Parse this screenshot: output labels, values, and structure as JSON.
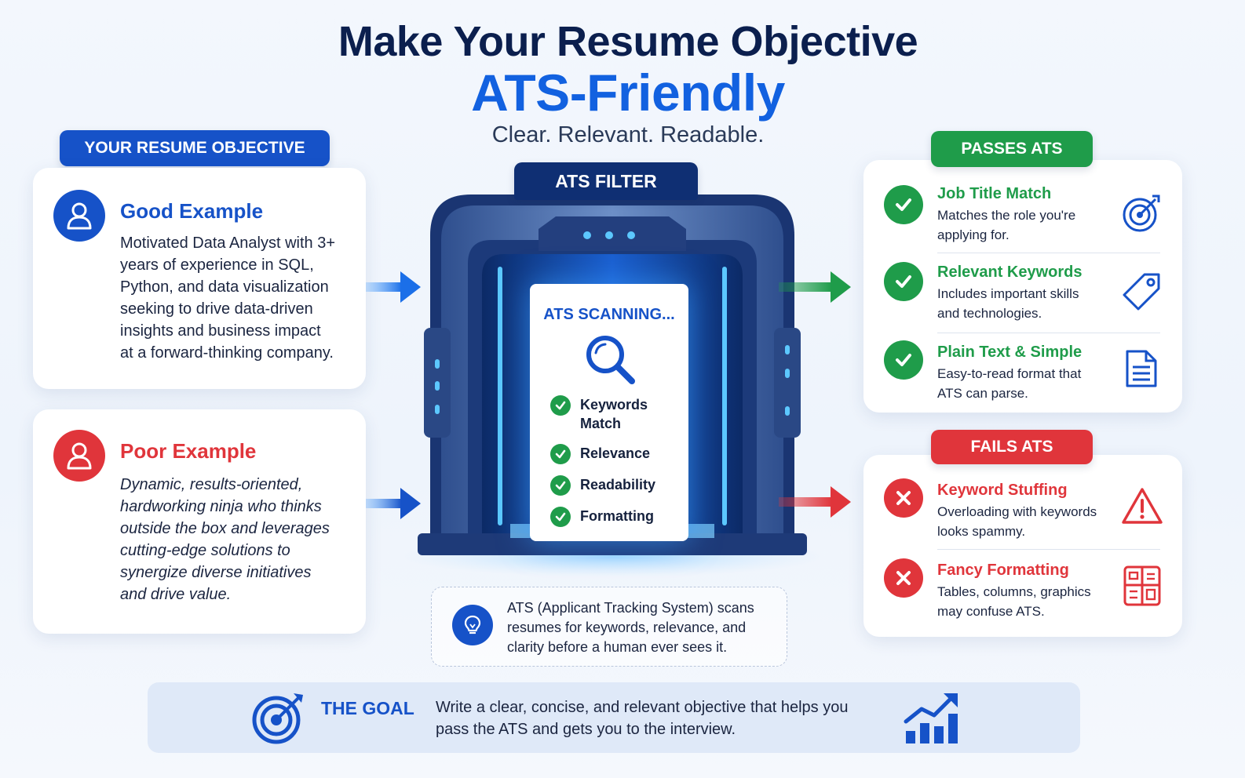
{
  "header": {
    "title_line1": "Make Your Resume Objective",
    "title_line2": "ATS-Friendly",
    "subtitle": "Clear. Relevant. Readable."
  },
  "left": {
    "section_label": "YOUR RESUME OBJECTIVE",
    "good": {
      "title": "Good Example",
      "lines": [
        "Motivated Data Analyst with 3+",
        "years of experience in SQL,",
        "Python, and data visualization",
        "seeking to drive data-driven",
        "insights and business impact",
        "at a forward-thinking company."
      ]
    },
    "poor": {
      "title": "Poor Example",
      "lines": [
        "Dynamic, results-oriented,",
        "hardworking ninja who thinks",
        "outside the box and leverages",
        "cutting-edge solutions to",
        "synergize diverse initiatives",
        "and drive value."
      ]
    }
  },
  "center": {
    "filter_label": "ATS FILTER",
    "scan_title": "ATS SCANNING...",
    "scan_items": [
      {
        "line1": "Keywords",
        "line2": "Match"
      },
      {
        "line1": "Relevance",
        "line2": ""
      },
      {
        "line1": "Readability",
        "line2": ""
      },
      {
        "line1": "Formatting",
        "line2": ""
      }
    ],
    "info_lines": [
      "ATS (Applicant Tracking System) scans",
      "resumes for keywords, relevance, and",
      "clarity before a human ever sees it."
    ]
  },
  "right": {
    "passes_label": "PASSES ATS",
    "passes": [
      {
        "title": "Job Title Match",
        "line1": "Matches the role you're",
        "line2": "applying for.",
        "icon": "target-icon"
      },
      {
        "title": "Relevant Keywords",
        "line1": "Includes important skills",
        "line2": "and technologies.",
        "icon": "tag-icon"
      },
      {
        "title": "Plain Text & Simple",
        "line1": "Easy-to-read format that",
        "line2": "ATS can parse.",
        "icon": "document-icon"
      }
    ],
    "fails_label": "FAILS ATS",
    "fails": [
      {
        "title": "Keyword Stuffing",
        "line1": "Overloading with keywords",
        "line2": "looks spammy.",
        "icon": "warning-icon"
      },
      {
        "title": "Fancy Formatting",
        "line1": "Tables, columns, graphics",
        "line2": "may confuse ATS.",
        "icon": "layout-icon"
      }
    ]
  },
  "goal": {
    "label": "THE GOAL",
    "line1": "Write a clear, concise, and relevant objective that helps you",
    "line2": "pass the ATS and gets you to the interview."
  },
  "colors": {
    "navy": "#0b1f4e",
    "blue": "#1261e0",
    "green": "#1f9c4a",
    "red": "#e0353b"
  }
}
